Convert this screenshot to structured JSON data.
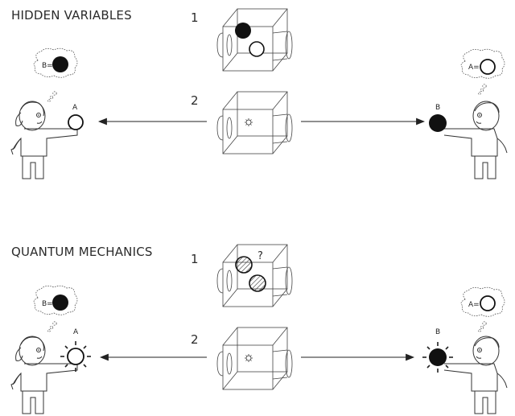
{
  "sections": [
    {
      "title": "HIDDEN VARIABLES",
      "step1_label": "1",
      "step2_label": "2",
      "box_step1_contents": [
        "black-ball",
        "white-ball"
      ],
      "left_person": {
        "ball_label": "A",
        "ball_state": "white",
        "thought_text": "B=",
        "thought_ball": "black"
      },
      "right_person": {
        "ball_label": "B",
        "ball_state": "black",
        "thought_text": "A=",
        "thought_ball": "white"
      }
    },
    {
      "title": "QUANTUM MECHANICS",
      "step1_label": "1",
      "step2_label": "2",
      "box_step1_question": "?",
      "box_step1_contents": [
        "hatched-ball",
        "hatched-ball"
      ],
      "left_person": {
        "ball_label": "A",
        "ball_state": "white-glowing",
        "thought_text": "B=",
        "thought_ball": "black"
      },
      "right_person": {
        "ball_label": "B",
        "ball_state": "black-glowing",
        "thought_text": "A=",
        "thought_ball": "white"
      }
    }
  ],
  "colors": {
    "ink": "#222222",
    "background": "#ffffff"
  }
}
